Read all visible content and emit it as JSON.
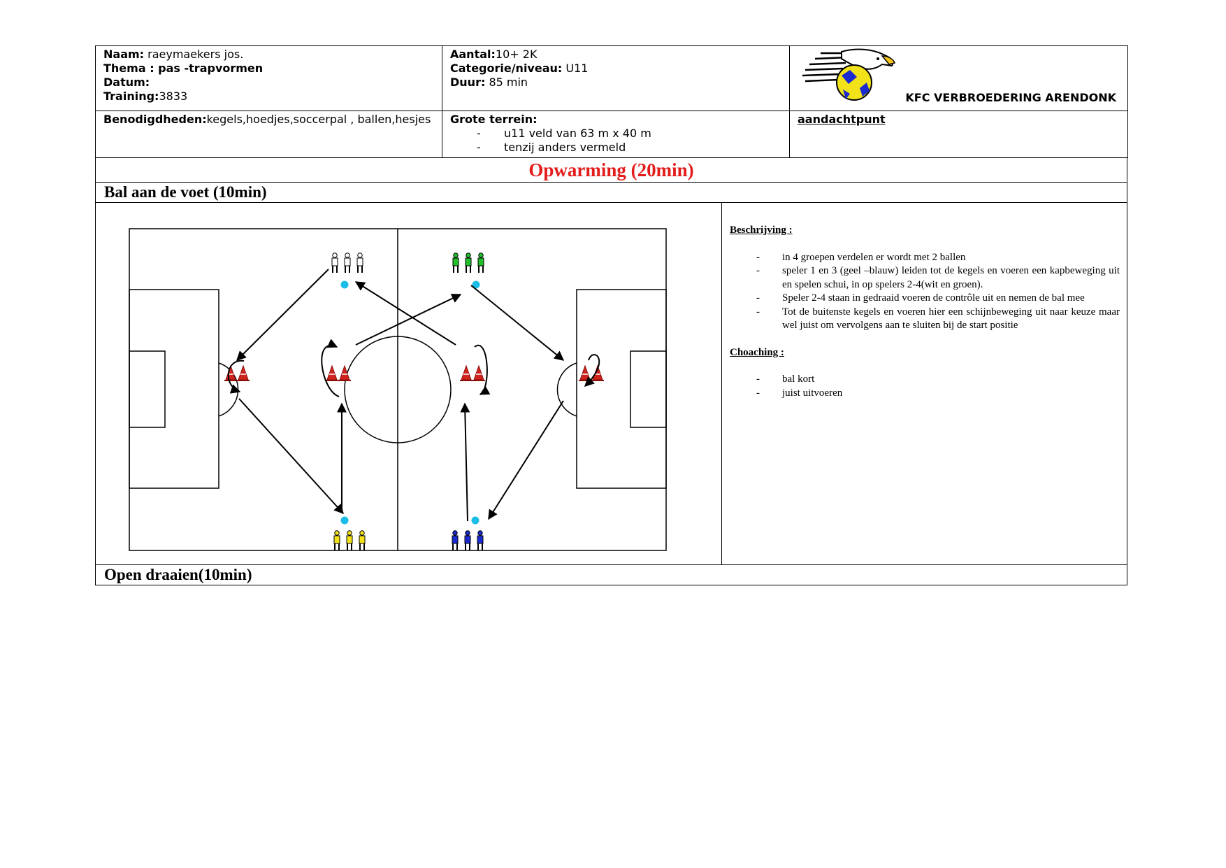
{
  "header": {
    "naam_label": "Naam:",
    "naam_value": " raeymaekers jos.",
    "thema_label": "Thema : pas -trapvormen",
    "datum_label": "Datum:",
    "training_label": "Training:",
    "training_value": "3833",
    "aantal_label": "Aantal:",
    "aantal_value": "10+ 2K",
    "categorie_label": "Categorie/niveau:",
    "categorie_value": " U11",
    "duur_label": "Duur:",
    "duur_value": " 85 min",
    "club_name": "KFC VERBROEDERING ARENDONK",
    "benodigdheden_label": "Benodigdheden:",
    "benodigdheden_value": "kegels,hoedjes,soccerpal , ballen,hesjes",
    "terrein_label": "Grote terrein:",
    "terrein_items": [
      "u11 veld van 63 m x 40 m",
      "tenzij anders vermeld"
    ],
    "aandachtpunt_label": "aandachtpunt"
  },
  "warmup_title": "Opwarming (20min)",
  "exercise1": {
    "title": "Bal aan de voet  (10min)",
    "beschrijving_label": "Beschrijving :",
    "beschrijving_items": [
      "in 4 groepen verdelen er wordt met 2 ballen",
      "speler 1 en 3 (geel –blauw) leiden tot de kegels en voeren een kapbeweging uit en spelen schui, in op spelers 2-4(wit en groen).",
      "Speler 2-4 staan in gedraaid voeren de contrôle uit en nemen de bal mee",
      "Tot de buitenste kegels en voeren hier een schijnbeweging uit naar keuze maar wel juist om vervolgens aan te sluiten bij de start positie"
    ],
    "coaching_label": "Choaching :",
    "coaching_items": [
      "bal kort",
      "juist uitvoeren"
    ]
  },
  "exercise2": {
    "title": "Open draaien(10min)"
  },
  "colors": {
    "title_red": "#e31c1c",
    "cone_red": "#d0231d",
    "ball_cyan": "#1bbde8",
    "team_white": "#ffffff",
    "team_green": "#22c02a",
    "team_yellow": "#f2e21a",
    "team_blue": "#1a2bd0"
  }
}
